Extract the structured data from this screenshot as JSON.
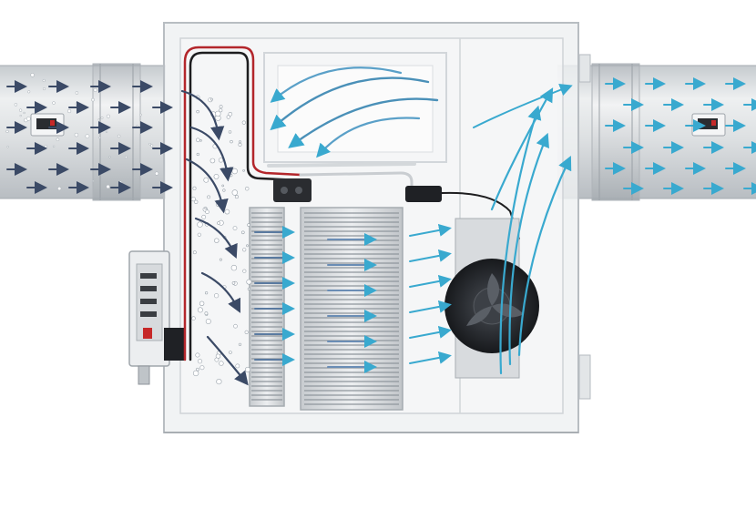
{
  "diagram": {
    "components": [
      {
        "id": "inlet-duct",
        "icon": "duct-pipe"
      },
      {
        "id": "outlet-duct",
        "icon": "duct-pipe"
      },
      {
        "id": "unit-housing",
        "icon": "cabinet"
      },
      {
        "id": "control-box",
        "icon": "electrical-box"
      },
      {
        "id": "evaporator-coil",
        "icon": "heat-exchanger"
      },
      {
        "id": "condenser-coil",
        "icon": "heat-exchanger"
      },
      {
        "id": "fan",
        "icon": "fan"
      },
      {
        "id": "drip-water",
        "icon": "water-droplets"
      },
      {
        "id": "wiring",
        "icon": "cable"
      }
    ],
    "colors": {
      "inlet_arrows": "#3b4a66",
      "outlet_arrows": "#39a9cf",
      "coil_fins": "#8f969d",
      "housing_frame": "#c9ced3",
      "duct_body": "#d6dadd",
      "cable_red": "#b3262b",
      "cable_black": "#1d1d1f",
      "fan_body": "#2a2d31"
    }
  }
}
